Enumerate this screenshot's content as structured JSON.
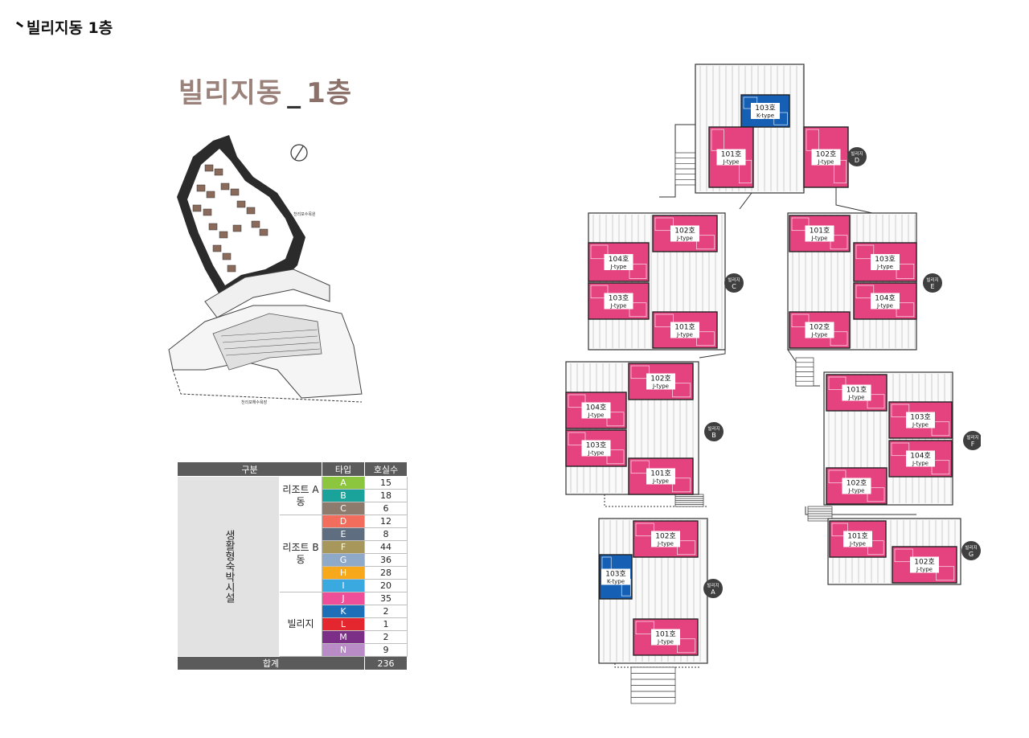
{
  "header": {
    "title": "빌리지동 1층"
  },
  "main_title": {
    "building": "빌리지동",
    "sep": "_",
    "floor": "1층"
  },
  "siteplan": {
    "labels": [
      "천리포수목원",
      "천리포해수욕장"
    ]
  },
  "table": {
    "headers": [
      "구분",
      "타입",
      "호실수"
    ],
    "category": "생활형숙박시설",
    "groups": [
      {
        "name": "리조트 A동",
        "rows": [
          {
            "type": "A",
            "count": "15",
            "color": "#8cc63f"
          },
          {
            "type": "B",
            "count": "18",
            "color": "#1aa39a"
          },
          {
            "type": "C",
            "count": "6",
            "color": "#8d7b6d"
          }
        ]
      },
      {
        "name": "리조트 B동",
        "rows": [
          {
            "type": "D",
            "count": "12",
            "color": "#f26d5b"
          },
          {
            "type": "E",
            "count": "8",
            "color": "#5e6e80"
          },
          {
            "type": "F",
            "count": "44",
            "color": "#a8975a"
          },
          {
            "type": "G",
            "count": "36",
            "color": "#8fa9c9"
          },
          {
            "type": "H",
            "count": "28",
            "color": "#f7a81b"
          },
          {
            "type": "I",
            "count": "20",
            "color": "#39a9e0"
          }
        ]
      },
      {
        "name": "빌리지",
        "rows": [
          {
            "type": "J",
            "count": "35",
            "color": "#ee4f98"
          },
          {
            "type": "K",
            "count": "2",
            "color": "#1d6fb8"
          },
          {
            "type": "L",
            "count": "1",
            "color": "#e4272e"
          },
          {
            "type": "M",
            "count": "2",
            "color": "#7c2f87"
          },
          {
            "type": "N",
            "count": "9",
            "color": "#b98bc7"
          }
        ]
      }
    ],
    "total_label": "합계",
    "total_count": "236"
  },
  "floorplan": {
    "colors": {
      "j_type": "#e4437f",
      "k_type": "#1560b5",
      "wall": "#333333"
    },
    "buildings": [
      {
        "badge": [
          "빌리지",
          "D"
        ],
        "units": [
          {
            "no": "103호",
            "type": "K-type",
            "kind": "K"
          },
          {
            "no": "101호",
            "type": "J-type",
            "kind": "J"
          },
          {
            "no": "102호",
            "type": "J-type",
            "kind": "J"
          }
        ]
      },
      {
        "badge": [
          "빌리지",
          "C"
        ],
        "units": [
          {
            "no": "102호",
            "type": "J-type",
            "kind": "J"
          },
          {
            "no": "104호",
            "type": "J-type",
            "kind": "J"
          },
          {
            "no": "103호",
            "type": "J-type",
            "kind": "J"
          },
          {
            "no": "101호",
            "type": "J-type",
            "kind": "J"
          }
        ]
      },
      {
        "badge": [
          "빌리지",
          "E"
        ],
        "units": [
          {
            "no": "101호",
            "type": "J-type",
            "kind": "J"
          },
          {
            "no": "103호",
            "type": "J-type",
            "kind": "J"
          },
          {
            "no": "104호",
            "type": "J-type",
            "kind": "J"
          },
          {
            "no": "102호",
            "type": "J-type",
            "kind": "J"
          }
        ]
      },
      {
        "badge": [
          "빌리지",
          "B"
        ],
        "units": [
          {
            "no": "102호",
            "type": "J-type",
            "kind": "J"
          },
          {
            "no": "104호",
            "type": "J-type",
            "kind": "J"
          },
          {
            "no": "103호",
            "type": "J-type",
            "kind": "J"
          },
          {
            "no": "101호",
            "type": "J-type",
            "kind": "J"
          }
        ]
      },
      {
        "badge": [
          "빌리지",
          "F"
        ],
        "units": [
          {
            "no": "101호",
            "type": "J-type",
            "kind": "J"
          },
          {
            "no": "103호",
            "type": "J-type",
            "kind": "J"
          },
          {
            "no": "104호",
            "type": "J-type",
            "kind": "J"
          },
          {
            "no": "102호",
            "type": "J-type",
            "kind": "J"
          }
        ]
      },
      {
        "badge": [
          "빌리지",
          "G"
        ],
        "units": [
          {
            "no": "101호",
            "type": "J-type",
            "kind": "J"
          },
          {
            "no": "102호",
            "type": "J-type",
            "kind": "J"
          }
        ]
      },
      {
        "badge": [
          "빌리지",
          "A"
        ],
        "units": [
          {
            "no": "102호",
            "type": "J-type",
            "kind": "J"
          },
          {
            "no": "103호",
            "type": "K-type",
            "kind": "K"
          },
          {
            "no": "101호",
            "type": "J-type",
            "kind": "J"
          }
        ]
      }
    ]
  }
}
